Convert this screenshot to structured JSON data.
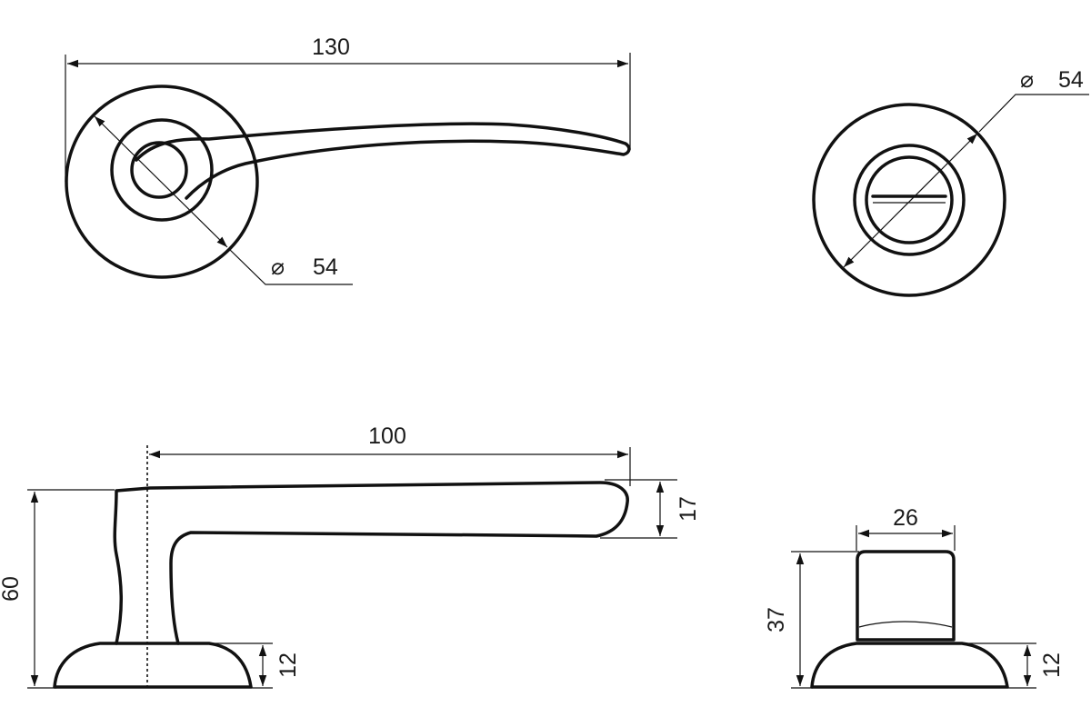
{
  "dimensions": {
    "handle_length_top": "130",
    "rosette_diameter_left": "54",
    "rosette_diameter_right": "54",
    "handle_length_side": "100",
    "handle_height": "17",
    "overall_height": "60",
    "rosette_thickness_left": "12",
    "thumbturn_width": "26",
    "thumbturn_height": "37",
    "rosette_thickness_right": "12"
  },
  "symbols": {
    "diameter": "⌀"
  }
}
